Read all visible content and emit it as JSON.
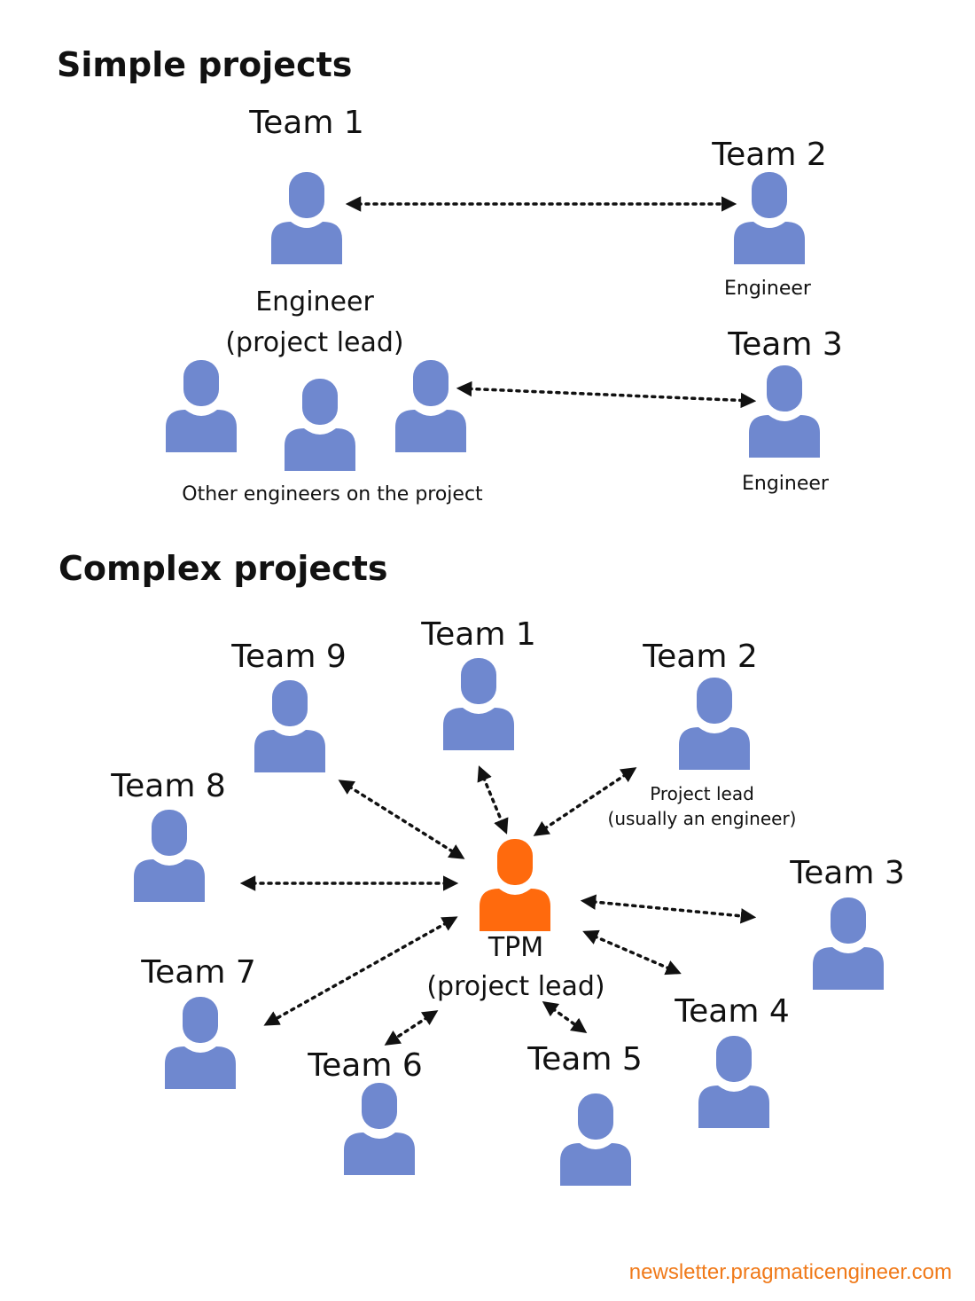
{
  "colors": {
    "person": "#6f88cf",
    "tpm": "#ff6a0d",
    "footer": "#f07a1a"
  },
  "icons": {
    "person": "person-icon",
    "connector": "double-arrow"
  },
  "simple": {
    "title": "Simple projects",
    "team1": "Team 1",
    "team2": "Team 2",
    "team3": "Team 3",
    "lead_line1": "Engineer",
    "lead_line2": "(project lead)",
    "team2_role": "Engineer",
    "team3_role": "Engineer",
    "others": "Other engineers on the project"
  },
  "complex": {
    "title": "Complex projects",
    "teams": [
      "Team 1",
      "Team 2",
      "Team 3",
      "Team 4",
      "Team 5",
      "Team 6",
      "Team 7",
      "Team 8",
      "Team 9"
    ],
    "tpm_line1": "TPM",
    "tpm_line2": "(project lead)",
    "team2_role_line1": "Project lead",
    "team2_role_line2": "(usually an engineer)"
  },
  "footer": "newsletter.pragmaticengineer.com"
}
